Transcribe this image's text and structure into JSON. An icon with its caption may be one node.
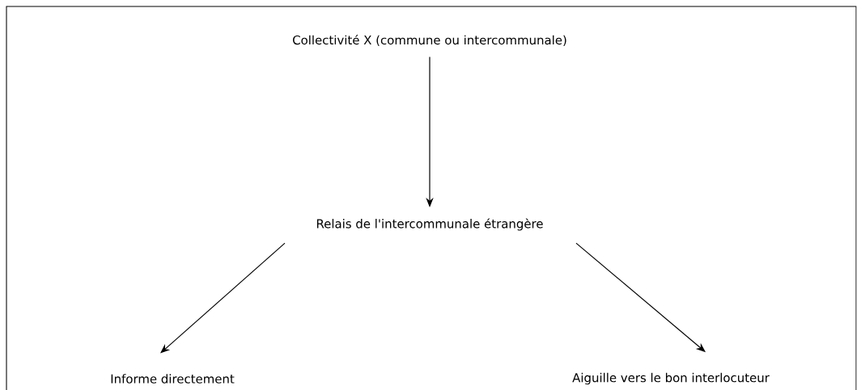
{
  "diagram": {
    "nodes": [
      {
        "text": [
          "Collectivité X (commune ou intercommunale)"
        ]
      },
      {
        "text": [
          "Relais de l'intercommunale étrangère"
        ]
      },
      {
        "text": [
          "Informe directement"
        ]
      },
      {
        "text": [
          "Aiguille vers le bon interlocuteur"
        ]
      }
    ],
    "edges": [
      {
        "from": 0,
        "to": 1,
        "arrow": "to"
      },
      {
        "from": 1,
        "to": 2,
        "arrow": "to"
      },
      {
        "from": 1,
        "to": 3,
        "arrow": "to"
      }
    ]
  }
}
